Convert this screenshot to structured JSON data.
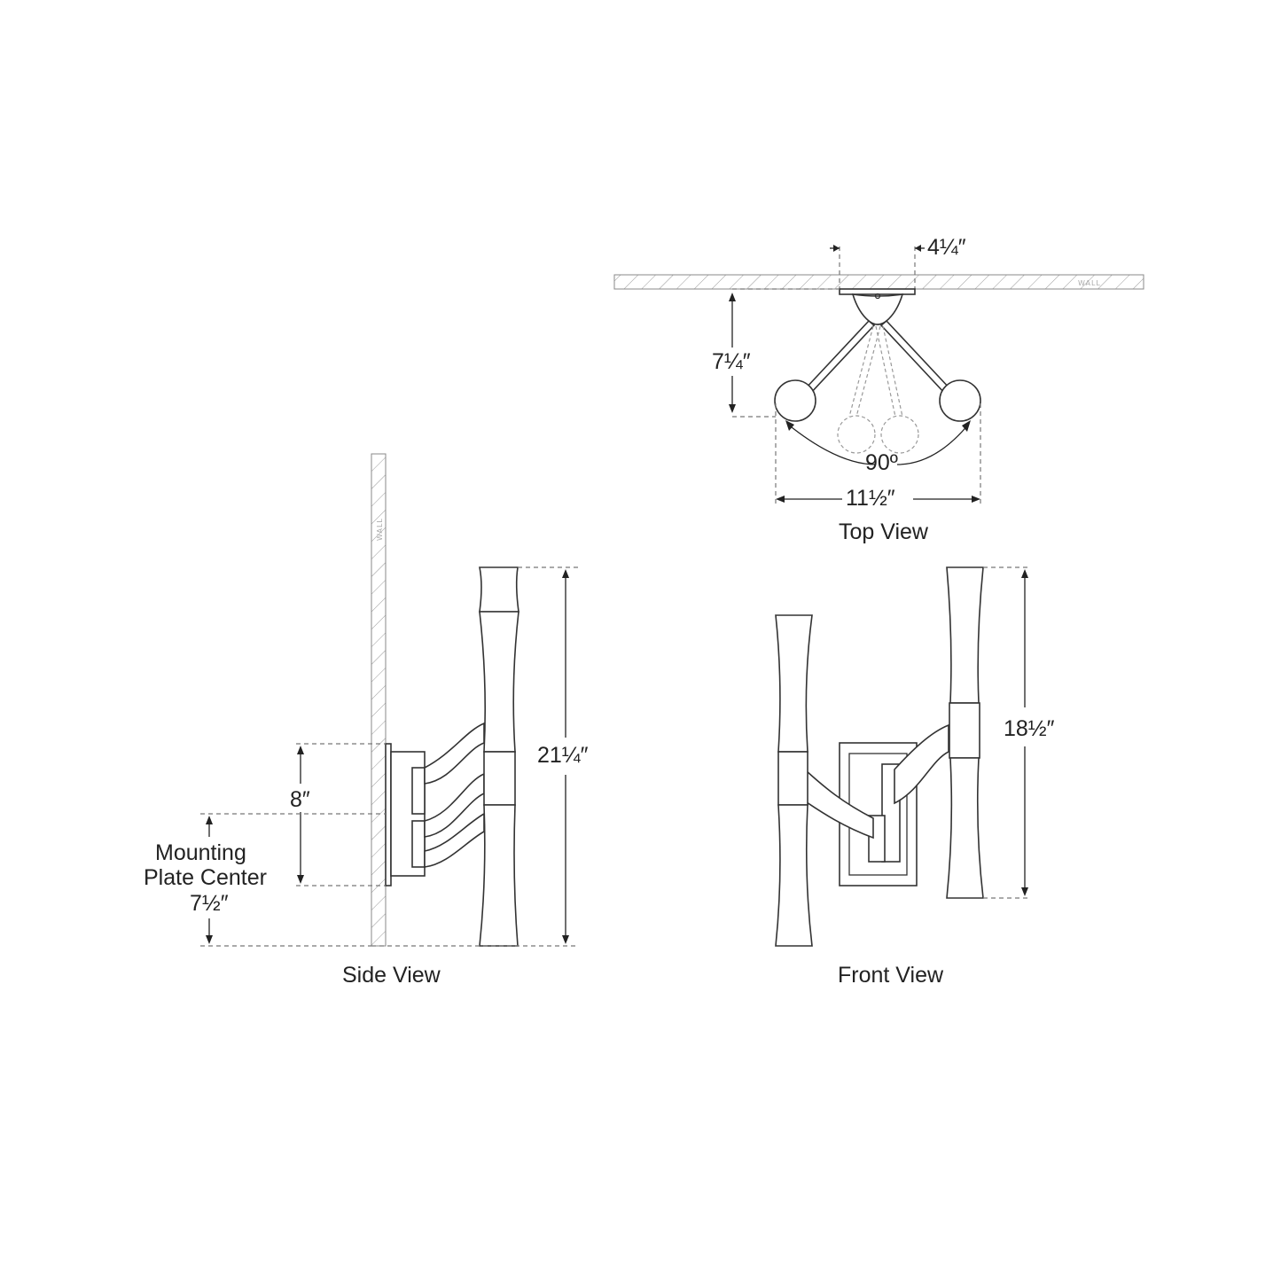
{
  "wall_tag": "WALL",
  "dimensions": {
    "plate_width": "4¼″",
    "projection": "7¼″",
    "swivel_angle": "90º",
    "arm_span": "11½″",
    "overall_height": "21¼″",
    "plate_height": "8″",
    "mounting_center_label_1": "Mounting",
    "mounting_center_label_2": "Plate Center",
    "mounting_center_value": "7½″",
    "front_height": "18½″"
  },
  "captions": {
    "top": "Top View",
    "side": "Side View",
    "front": "Front View"
  },
  "colors": {
    "line": "#333333",
    "dash": "#777777",
    "hatch": "#999999"
  }
}
